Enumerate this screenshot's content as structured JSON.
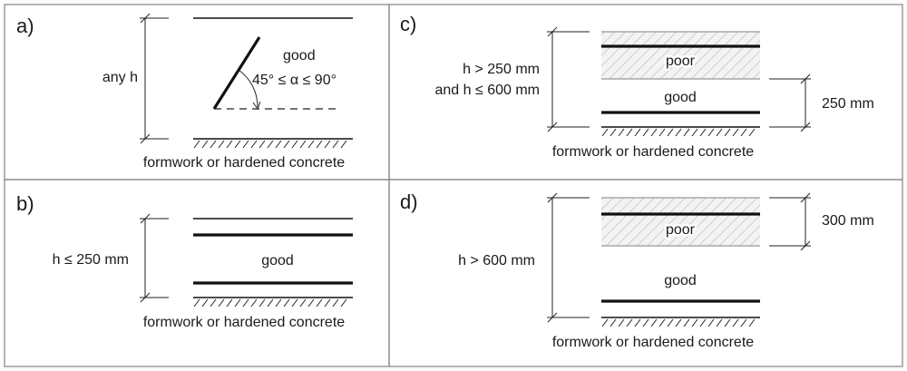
{
  "panels": {
    "a": {
      "label": "a)",
      "height_label": "any h",
      "zone_label": "good",
      "angle_label": "45° ≤ α ≤ 90°",
      "base_label": "formwork or hardened concrete"
    },
    "b": {
      "label": "b)",
      "height_label": "h ≤ 250 mm",
      "zone_label": "good",
      "base_label": "formwork or hardened concrete"
    },
    "c": {
      "label": "c)",
      "height_label_line1": "h > 250 mm",
      "height_label_line2": "and h ≤ 600 mm",
      "poor_label": "poor",
      "good_label": "good",
      "dim_label": "250 mm",
      "base_label": "formwork or hardened concrete"
    },
    "d": {
      "label": "d)",
      "height_label": "h > 600 mm",
      "poor_label": "poor",
      "good_label": "good",
      "dim_label": "300 mm",
      "base_label": "formwork or hardened concrete"
    }
  },
  "colors": {
    "line": "#111111",
    "border": "#8c8c8c",
    "poor_fill": "#f3f3f3",
    "hatch": "#b5b5b5"
  }
}
